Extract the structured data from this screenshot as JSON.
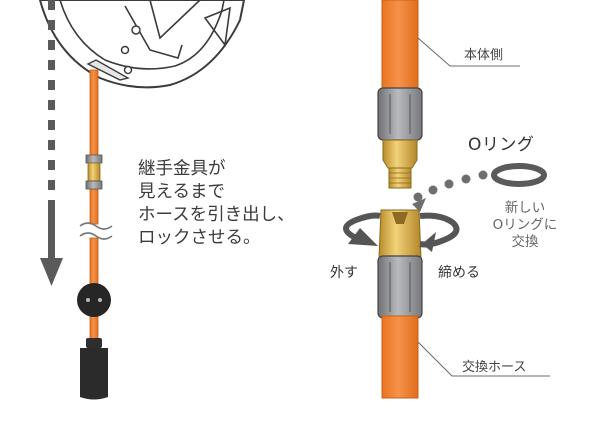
{
  "left_panel": {
    "instruction_lines": [
      "継手金具が",
      "見えるまで",
      "ホースを引き出し、",
      "ロックさせる。"
    ]
  },
  "right_panel": {
    "label_body_side": "本体側",
    "label_replacement_hose": "交換ホース",
    "oring_title": "Oリング",
    "oring_note_lines": [
      "新しい",
      "Oリングに",
      "交換"
    ],
    "action_remove": "外す",
    "action_tighten": "締める"
  },
  "colors": {
    "hose_orange": "#f07f2e",
    "hose_edge": "#c9601a",
    "brass": "#d9b24a",
    "grip_gray": "#8f9094",
    "line_gray": "#6e6e6e",
    "arrow_gray": "#5a5a5a",
    "dark": "#2b2b2b"
  }
}
